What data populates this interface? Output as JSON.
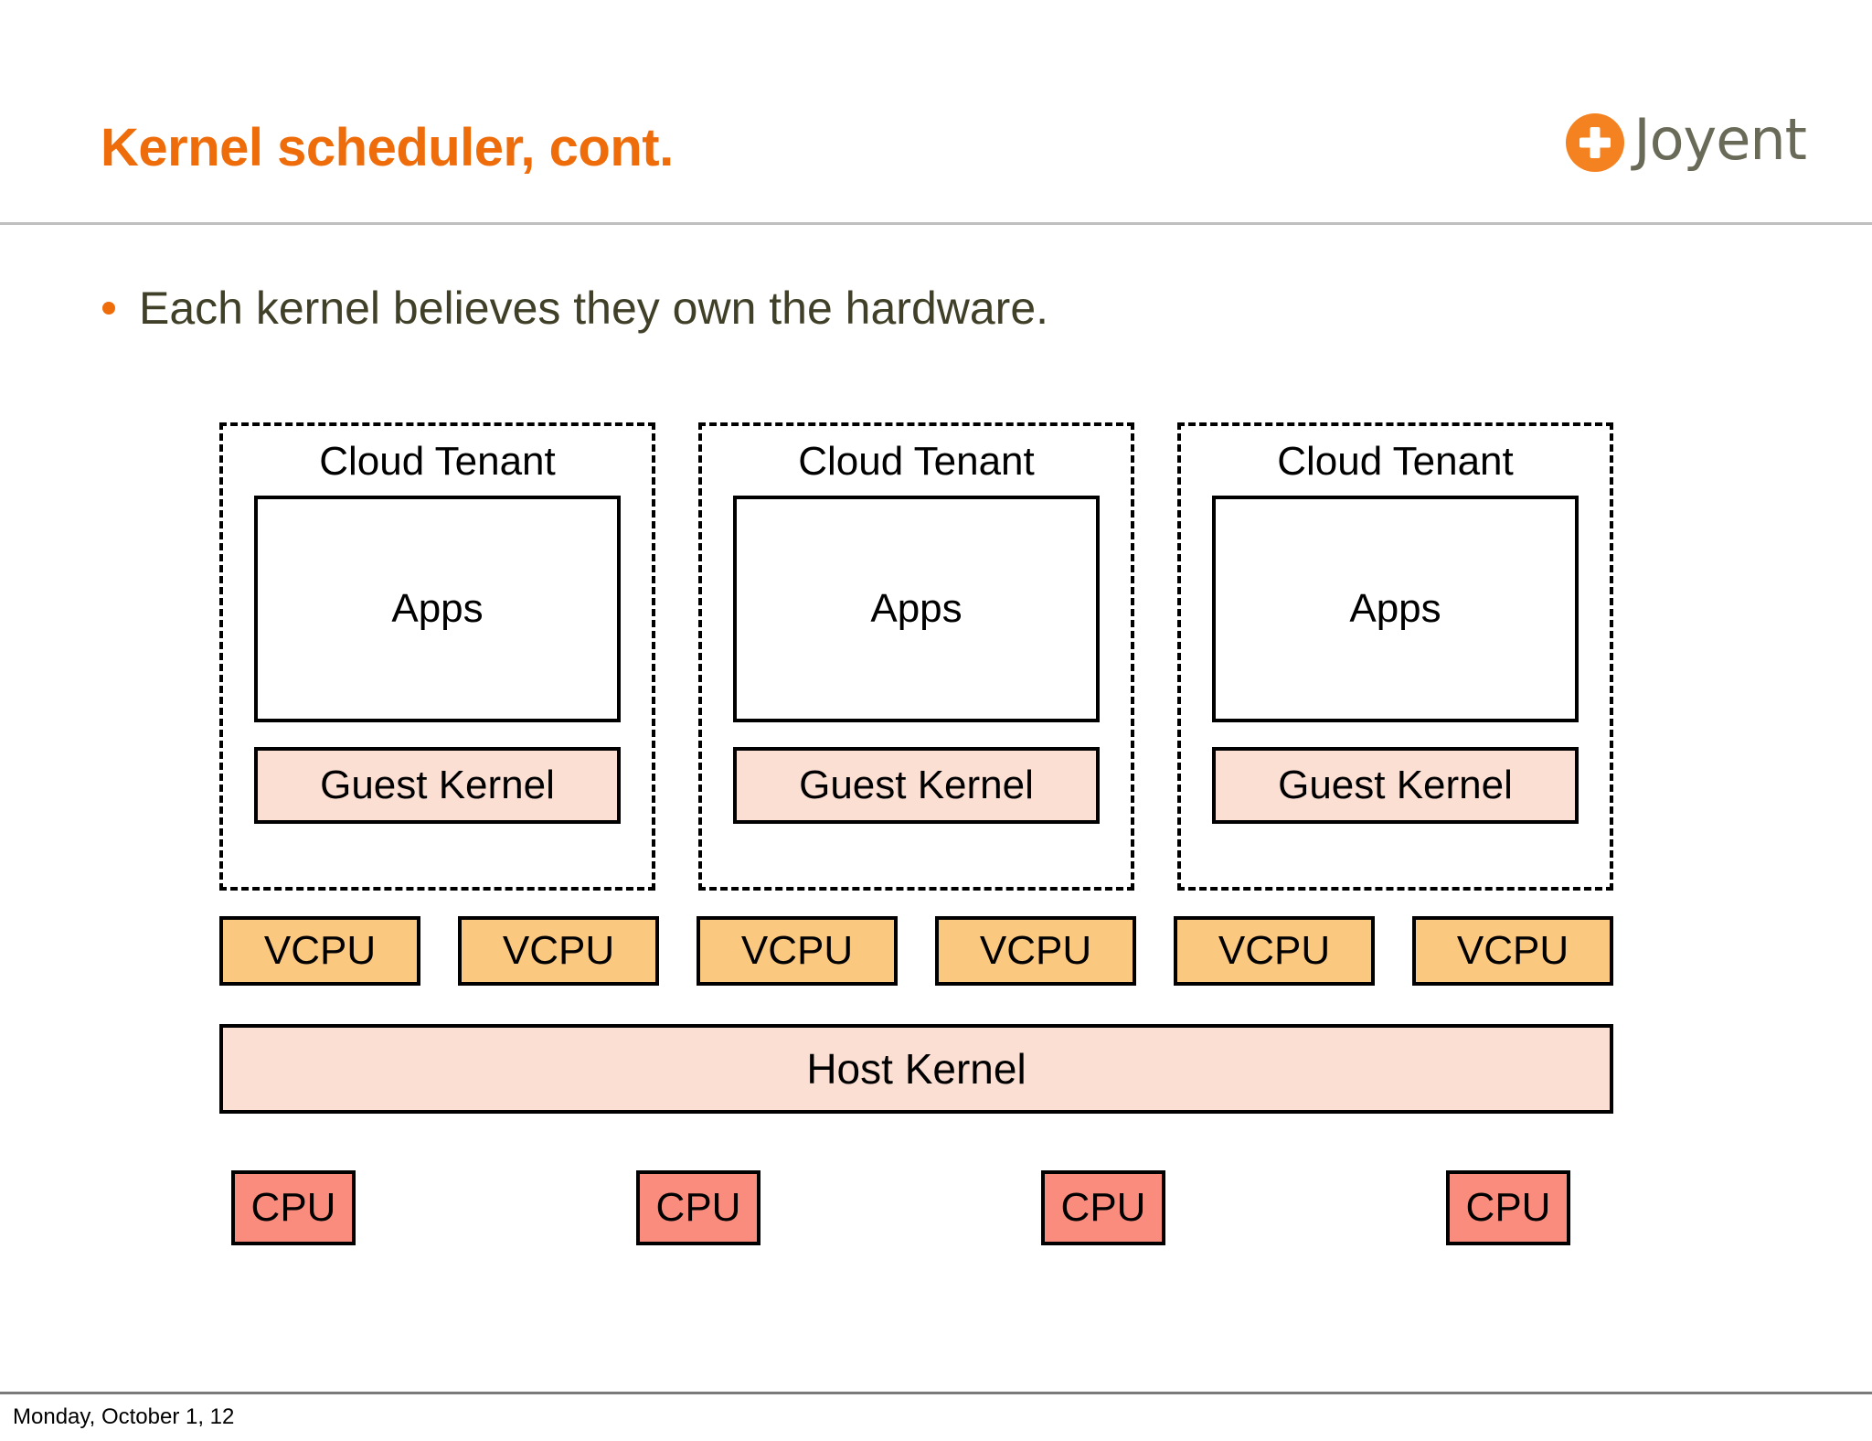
{
  "header": {
    "title": "Kernel scheduler, cont.",
    "title_color": "#ef6c0b",
    "logo": {
      "mark": "plus-in-circle-icon",
      "wordmark": "Joyent",
      "mark_color": "#f58220",
      "wordmark_color": "#6a6a58"
    }
  },
  "body": {
    "bullets": [
      {
        "text": "Each kernel believes they own the hardware.",
        "dot_color": "#ef6c0b",
        "text_color": "#403f28"
      }
    ]
  },
  "diagram": {
    "tenants": [
      {
        "label": "Cloud Tenant",
        "apps_label": "Apps",
        "guest_kernel_label": "Guest Kernel"
      },
      {
        "label": "Cloud Tenant",
        "apps_label": "Apps",
        "guest_kernel_label": "Guest Kernel"
      },
      {
        "label": "Cloud Tenant",
        "apps_label": "Apps",
        "guest_kernel_label": "Guest Kernel"
      }
    ],
    "vcpus": [
      {
        "label": "VCPU"
      },
      {
        "label": "VCPU"
      },
      {
        "label": "VCPU"
      },
      {
        "label": "VCPU"
      },
      {
        "label": "VCPU"
      },
      {
        "label": "VCPU"
      }
    ],
    "host_kernel": {
      "label": "Host Kernel"
    },
    "cpus": [
      {
        "label": "CPU"
      },
      {
        "label": "CPU"
      },
      {
        "label": "CPU"
      },
      {
        "label": "CPU"
      }
    ],
    "colors": {
      "tenant_border": "#000000",
      "apps_fill": "#ffffff",
      "guest_kernel_fill": "#fbdfd2",
      "vcpu_fill": "#fbc880",
      "host_kernel_fill": "#fbdfd2",
      "cpu_fill": "#fa8c7d"
    }
  },
  "footer": {
    "date": "Monday, October 1, 12"
  }
}
